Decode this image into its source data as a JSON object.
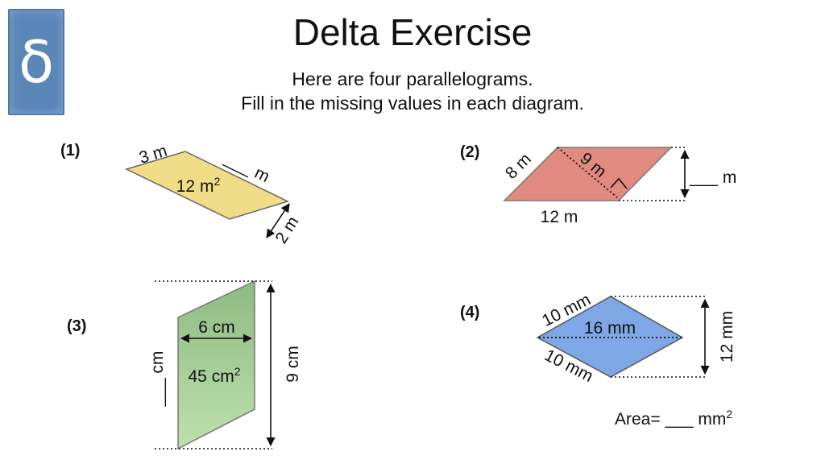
{
  "badge": {
    "symbol": "δ"
  },
  "title": "Delta Exercise",
  "instructions": {
    "line1": "Here are four parallelograms.",
    "line2": "Fill in the missing values in each diagram."
  },
  "problems": [
    {
      "number": "(1)",
      "color": "#f1dc87",
      "side_label": "3 m",
      "missing_side": "___ m",
      "area": "12 m",
      "area_unit_sup": "2",
      "height": "2 m"
    },
    {
      "number": "(2)",
      "color": "#e08a80",
      "side_label": "8 m",
      "diagonal": "9 m",
      "base": "12 m",
      "missing_height": "___ m"
    },
    {
      "number": "(3)",
      "color": "#a8cf96",
      "width": "6 cm",
      "area": "45 cm",
      "area_unit_sup": "2",
      "height": "9 cm",
      "missing_side": "___ cm"
    },
    {
      "number": "(4)",
      "color": "#7ea7e6",
      "top_side": "10 mm",
      "bottom_side": "10 mm",
      "diagonal": "16 mm",
      "height": "12 mm",
      "area_prefix": "Area= ___ mm",
      "area_unit_sup": "2"
    }
  ]
}
